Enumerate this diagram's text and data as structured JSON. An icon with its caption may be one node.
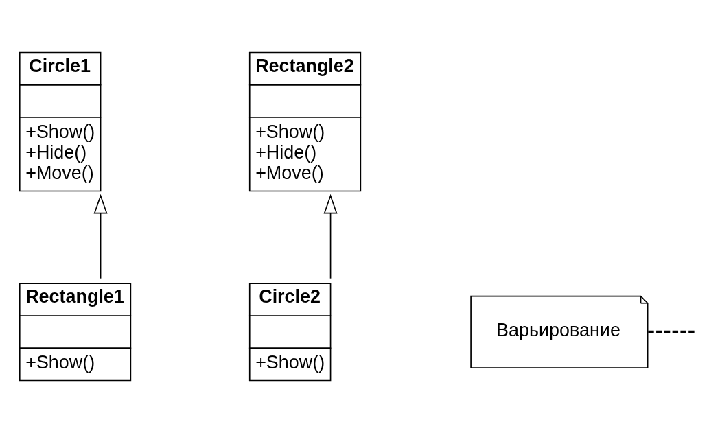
{
  "diagram": {
    "nodes": [
      {
        "text": [
          "Circle1",
          "+Show()",
          "+Hide()",
          "+Move()"
        ]
      },
      {
        "text": [
          "Rectangle2",
          "+Show()",
          "+Hide()",
          "+Move()"
        ]
      },
      {
        "text": [
          "Варьирование"
        ]
      },
      {
        "text": [
          "Rectangle1",
          "+Show()"
        ]
      },
      {
        "text": [
          "Circle2",
          "+Show()"
        ]
      }
    ],
    "edges": [
      {
        "from": 3,
        "to": 0,
        "arrow": "to"
      },
      {
        "from": 4,
        "to": 1,
        "arrow": "to"
      },
      {
        "from": 2,
        "to": null,
        "arrow": "none",
        "style": "dashed"
      }
    ]
  }
}
